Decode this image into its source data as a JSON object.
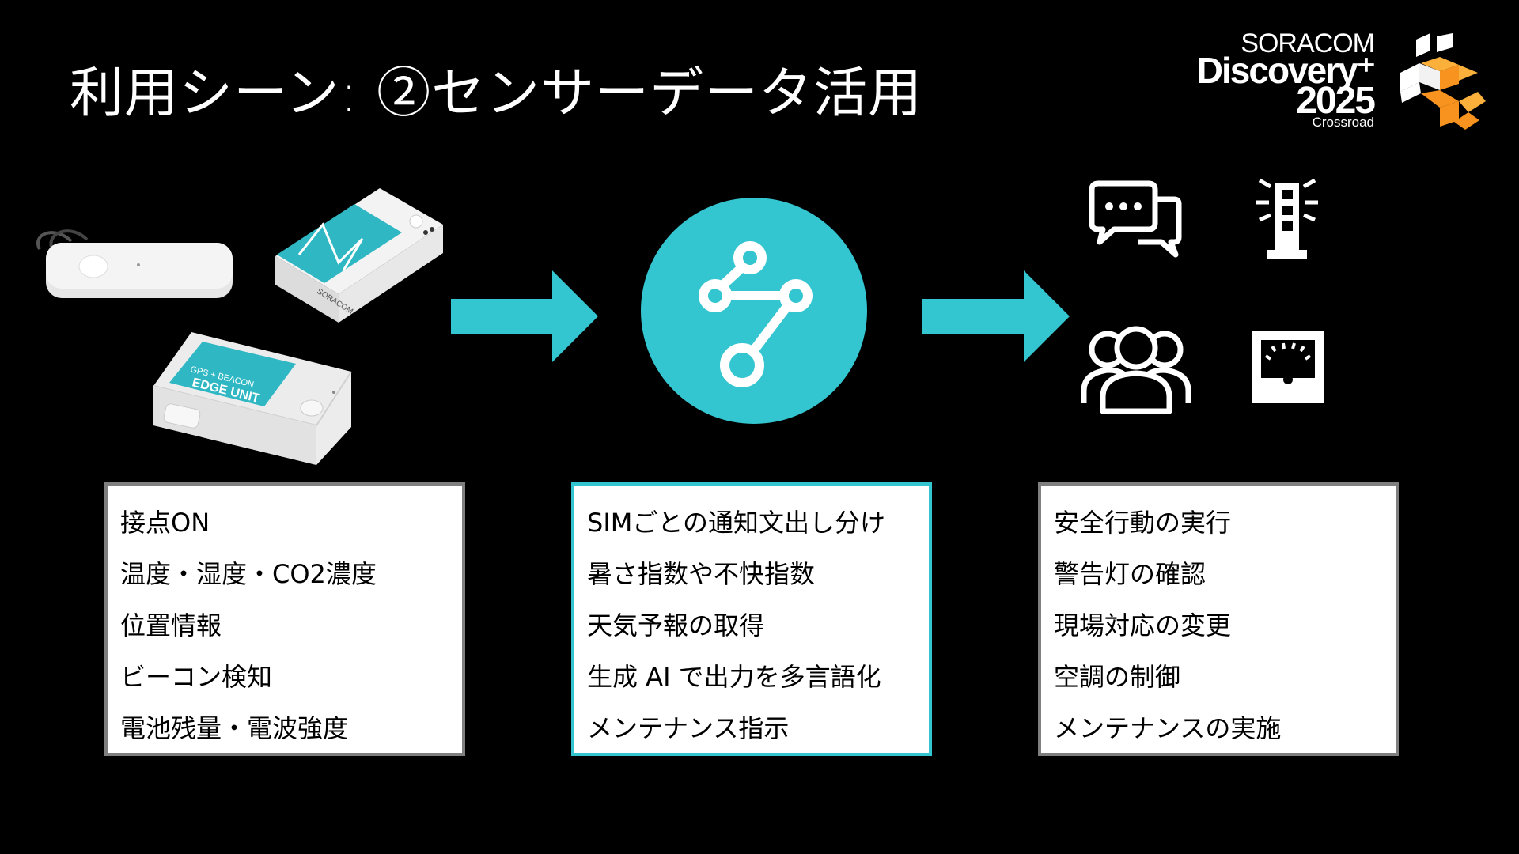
{
  "slide": {
    "title": "利用シーン: ②センサーデータ活用"
  },
  "logo": {
    "line1": "SORACOM",
    "line2": "Discovery⁺",
    "line3": "2025",
    "line4": "Crossroad"
  },
  "devices": {
    "device_label_1": "SORACOM",
    "device_label_2": "GPS + BEACON",
    "device_label_3": "EDGE UNIT"
  },
  "boxes": {
    "left": [
      "接点ON",
      "温度・湿度・CO2濃度",
      "位置情報",
      "ビーコン検知",
      "電池残量・電波強度"
    ],
    "middle": [
      "SIMごとの通知文出し分け",
      "暑さ指数や不快指数",
      "天気予報の取得",
      "生成 AI で出力を多言語化",
      "メンテナンス指示"
    ],
    "right": [
      "安全行動の実行",
      "警告灯の確認",
      "現場対応の変更",
      "空調の制御",
      "メンテナンスの実施"
    ]
  },
  "icons": [
    "chat-bubbles-icon",
    "warning-light-icon",
    "people-group-icon",
    "gauge-meter-icon",
    "flow-hub-icon",
    "arrow-right-icon"
  ],
  "colors": {
    "background": "#000000",
    "accent": "#33c5d0",
    "box_border": "#7f7f7f",
    "logo_orange": "#f7931e",
    "logo_yellow": "#fbb03b"
  }
}
